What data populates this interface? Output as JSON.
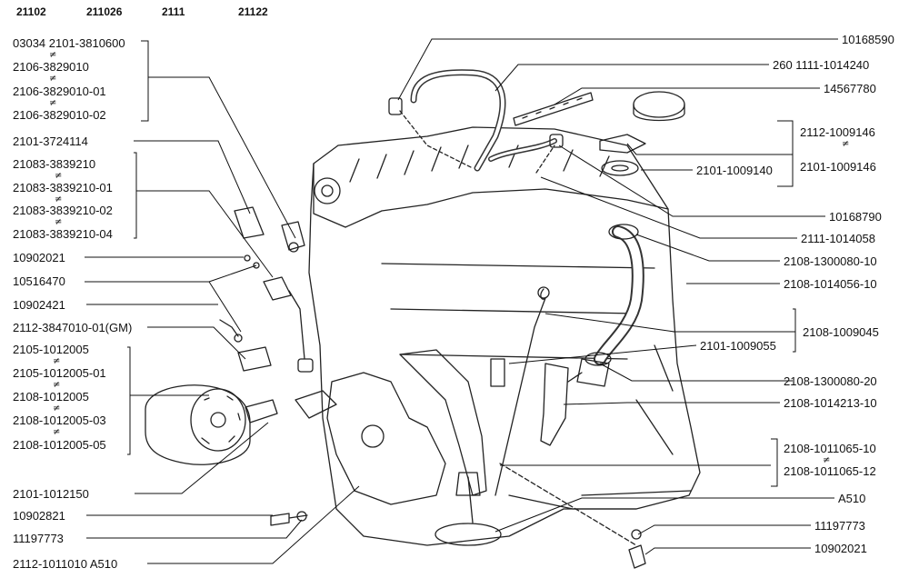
{
  "header": {
    "models": [
      "21102",
      "211026",
      "2111",
      "21122"
    ]
  },
  "not_equal_symbol": "≠",
  "left_labels": [
    "03034 2101-3810600",
    "2106-3829010",
    "2106-3829010-01",
    "2106-3829010-02",
    "2101-3724114",
    "21083-3839210",
    "21083-3839210-01",
    "21083-3839210-02",
    "21083-3839210-04",
    "10902021",
    "10516470",
    "10902421",
    "2112-3847010-01(GM)",
    "2105-1012005",
    "2105-1012005-01",
    "2108-1012005",
    "2108-1012005-03",
    "2108-1012005-05",
    "2101-1012150",
    "10902821",
    "11197773",
    "2112-1011010  A510"
  ],
  "right_labels": [
    "10168590",
    "260 1111-1014240",
    "14567780",
    "2112-1009146",
    "2101-1009140",
    "2101-1009146",
    "10168790",
    "2111-1014058",
    "2108-1300080-10",
    "2108-1014056-10",
    "2108-1009045",
    "2101-1009055",
    "2108-1300080-20",
    "2108-1014213-10",
    "2108-1011065-10",
    "2108-1011065-12",
    "A510",
    "11197773",
    "10902021"
  ]
}
